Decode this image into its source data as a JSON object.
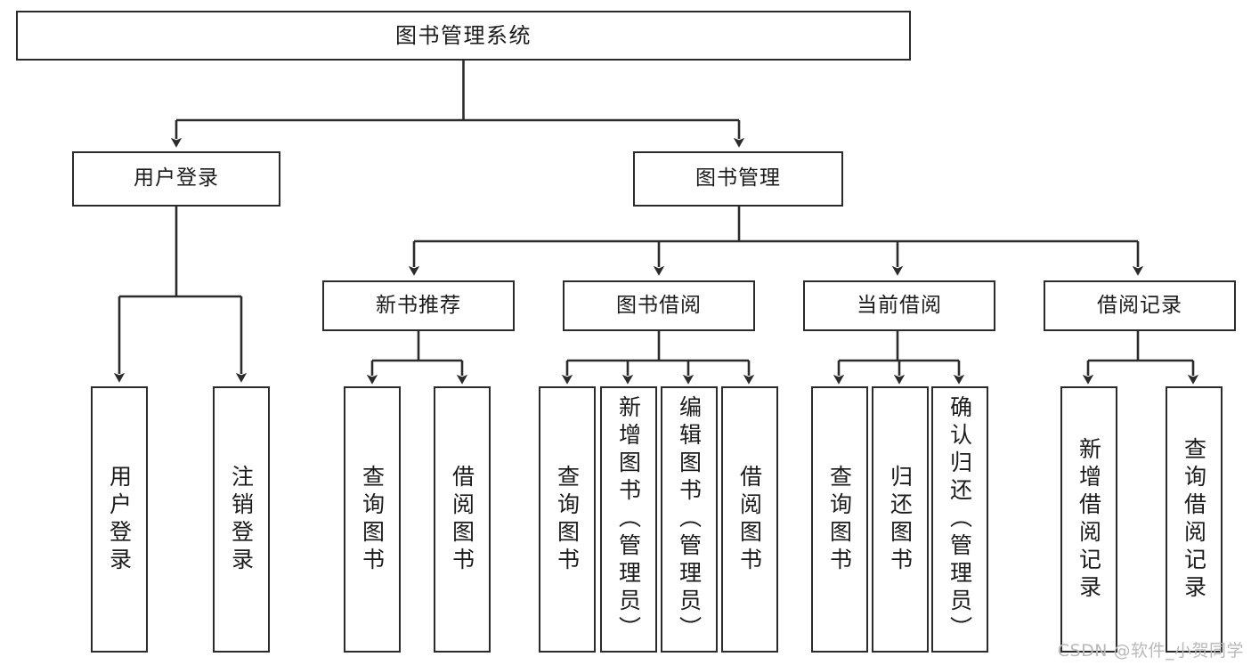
{
  "diagram": {
    "type": "hierarchy-block-diagram",
    "title": "图书管理系统",
    "nodes": {
      "root": {
        "label": "图书管理系统"
      },
      "level2": [
        {
          "id": "user-login",
          "label": "用户登录"
        },
        {
          "id": "book-manage",
          "label": "图书管理"
        }
      ],
      "level3": [
        {
          "id": "new-book-recommend",
          "label": "新书推荐"
        },
        {
          "id": "book-borrow",
          "label": "图书借阅"
        },
        {
          "id": "current-borrow",
          "label": "当前借阅"
        },
        {
          "id": "borrow-record",
          "label": "借阅记录"
        }
      ],
      "leaves": {
        "user_login": [
          {
            "id": "leaf-user-login",
            "label": "用户登录"
          },
          {
            "id": "leaf-logout",
            "label": "注销登录"
          }
        ],
        "new_book_recommend": [
          {
            "id": "leaf-query-book-1",
            "label": "查询图书"
          },
          {
            "id": "leaf-borrow-book-1",
            "label": "借阅图书"
          }
        ],
        "book_borrow": [
          {
            "id": "leaf-query-book-2",
            "label": "查询图书"
          },
          {
            "id": "leaf-add-book",
            "label": "新增图书（管理员）"
          },
          {
            "id": "leaf-edit-book",
            "label": "编辑图书（管理员）"
          },
          {
            "id": "leaf-borrow-book-2",
            "label": "借阅图书"
          }
        ],
        "current_borrow": [
          {
            "id": "leaf-query-book-3",
            "label": "查询图书"
          },
          {
            "id": "leaf-return-book",
            "label": "归还图书"
          },
          {
            "id": "leaf-confirm-return",
            "label": "确认归还（管理员）"
          }
        ],
        "borrow_record": [
          {
            "id": "leaf-add-record",
            "label": "新增借阅记录"
          },
          {
            "id": "leaf-query-record",
            "label": "查询借阅记录"
          }
        ]
      }
    },
    "colors": {
      "box_border": "#2b2b2b",
      "box_fill": "#ffffff",
      "connector": "#2b2b2b",
      "text": "#1b1b1b",
      "watermark": "#b9b9b9",
      "background": "#ffffff"
    }
  },
  "watermark": {
    "text": "CSDN @软件_小贺同学"
  }
}
